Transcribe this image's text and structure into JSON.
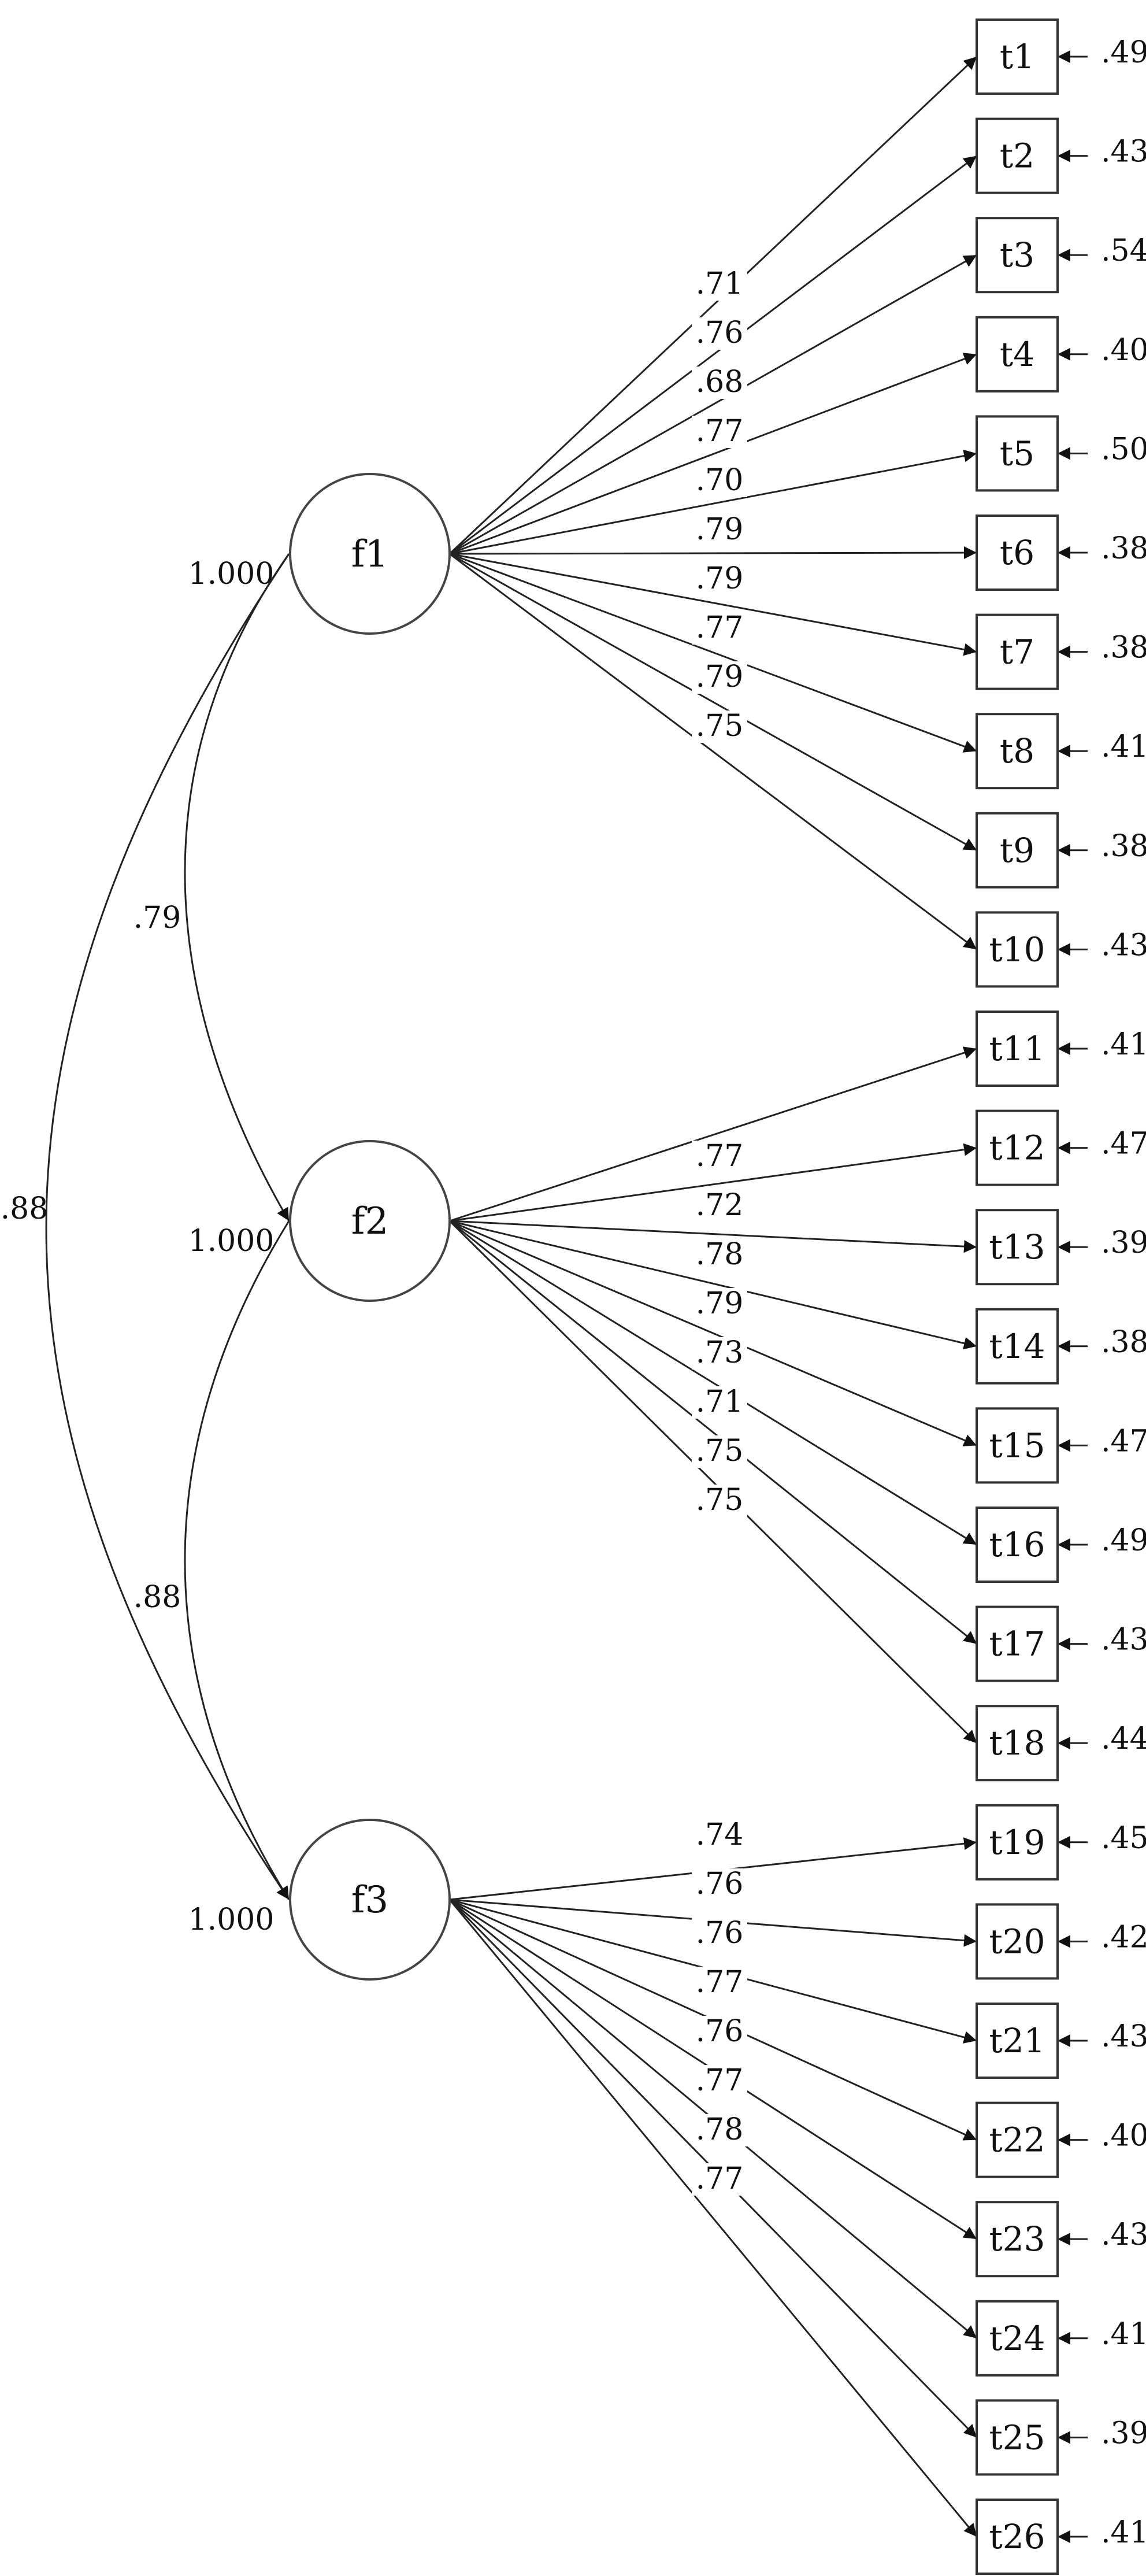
{
  "factors": [
    {
      "id": "f1",
      "label": "f1",
      "variance": "1.000"
    },
    {
      "id": "f2",
      "label": "f2",
      "variance": "1.000"
    },
    {
      "id": "f3",
      "label": "f3",
      "variance": "1.000"
    }
  ],
  "items": [
    {
      "label": "t1",
      "factor": 0,
      "loading": ".71",
      "error": ".49"
    },
    {
      "label": "t2",
      "factor": 0,
      "loading": ".76",
      "error": ".43"
    },
    {
      "label": "t3",
      "factor": 0,
      "loading": ".68",
      "error": ".54"
    },
    {
      "label": "t4",
      "factor": 0,
      "loading": ".77",
      "error": ".40"
    },
    {
      "label": "t5",
      "factor": 0,
      "loading": ".70",
      "error": ".50"
    },
    {
      "label": "t6",
      "factor": 0,
      "loading": ".79",
      "error": ".38"
    },
    {
      "label": "t7",
      "factor": 0,
      "loading": ".79",
      "error": ".38"
    },
    {
      "label": "t8",
      "factor": 0,
      "loading": ".77",
      "error": ".41"
    },
    {
      "label": "t9",
      "factor": 0,
      "loading": ".79",
      "error": ".38"
    },
    {
      "label": "t10",
      "factor": 0,
      "loading": ".75",
      "error": ".43"
    },
    {
      "label": "t11",
      "factor": 1,
      "loading": ".77",
      "error": ".41"
    },
    {
      "label": "t12",
      "factor": 1,
      "loading": ".72",
      "error": ".47"
    },
    {
      "label": "t13",
      "factor": 1,
      "loading": ".78",
      "error": ".39"
    },
    {
      "label": "t14",
      "factor": 1,
      "loading": ".79",
      "error": ".38"
    },
    {
      "label": "t15",
      "factor": 1,
      "loading": ".73",
      "error": ".47"
    },
    {
      "label": "t16",
      "factor": 1,
      "loading": ".71",
      "error": ".49"
    },
    {
      "label": "t17",
      "factor": 1,
      "loading": ".75",
      "error": ".43"
    },
    {
      "label": "t18",
      "factor": 1,
      "loading": ".75",
      "error": ".44"
    },
    {
      "label": "t19",
      "factor": 2,
      "loading": ".74",
      "error": ".45"
    },
    {
      "label": "t20",
      "factor": 2,
      "loading": ".76",
      "error": ".42"
    },
    {
      "label": "t21",
      "factor": 2,
      "loading": ".76",
      "error": ".43"
    },
    {
      "label": "t22",
      "factor": 2,
      "loading": ".77",
      "error": ".40"
    },
    {
      "label": "t23",
      "factor": 2,
      "loading": ".76",
      "error": ".43"
    },
    {
      "label": "t24",
      "factor": 2,
      "loading": ".77",
      "error": ".41"
    },
    {
      "label": "t25",
      "factor": 2,
      "loading": ".78",
      "error": ".39"
    },
    {
      "label": "t26",
      "factor": 2,
      "loading": ".77",
      "error": ".41"
    }
  ],
  "correlations": [
    {
      "from": "f1",
      "to": "f2",
      "value": ".79"
    },
    {
      "from": "f2",
      "to": "f3",
      "value": ".88"
    },
    {
      "from": "f1",
      "to": "f3",
      "value": ".88"
    }
  ]
}
